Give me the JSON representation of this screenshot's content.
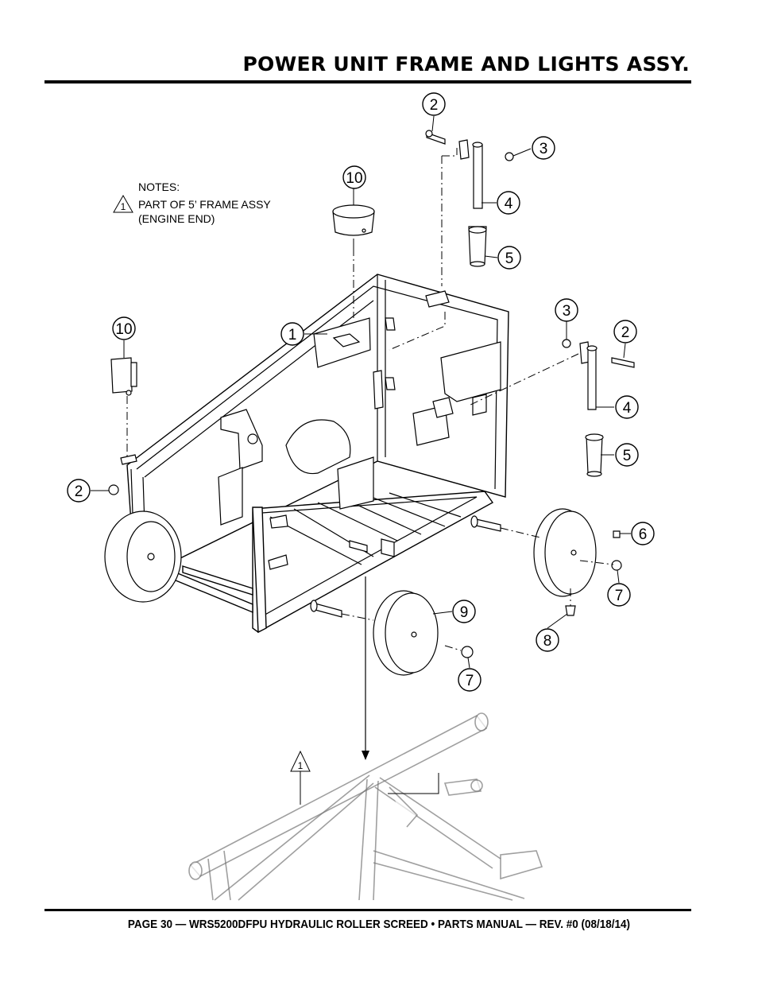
{
  "header": {
    "title": "POWER UNIT FRAME AND LIGHTS ASSY."
  },
  "notes": {
    "heading": "NOTES:",
    "note_number": "1",
    "note_line1": "PART OF 5’ FRAME ASSY",
    "note_line2": "(ENGINE END)"
  },
  "callouts": [
    {
      "id": "c2a",
      "label": "2"
    },
    {
      "id": "c3a",
      "label": "3"
    },
    {
      "id": "c10a",
      "label": "10"
    },
    {
      "id": "c4a",
      "label": "4"
    },
    {
      "id": "c5a",
      "label": "5"
    },
    {
      "id": "c3b",
      "label": "3"
    },
    {
      "id": "c2b",
      "label": "2"
    },
    {
      "id": "c10b",
      "label": "10"
    },
    {
      "id": "c1",
      "label": "1"
    },
    {
      "id": "c4b",
      "label": "4"
    },
    {
      "id": "c5b",
      "label": "5"
    },
    {
      "id": "c2c",
      "label": "2"
    },
    {
      "id": "c6",
      "label": "6"
    },
    {
      "id": "c7a",
      "label": "7"
    },
    {
      "id": "c9",
      "label": "9"
    },
    {
      "id": "c8",
      "label": "8"
    },
    {
      "id": "c7b",
      "label": "7"
    }
  ],
  "frame_ref": {
    "label": "1"
  },
  "footer": {
    "text": "PAGE 30 — WRS5200DFPU HYDRAULIC ROLLER SCREED • PARTS MANUAL  — REV. #0 (08/18/14)"
  }
}
